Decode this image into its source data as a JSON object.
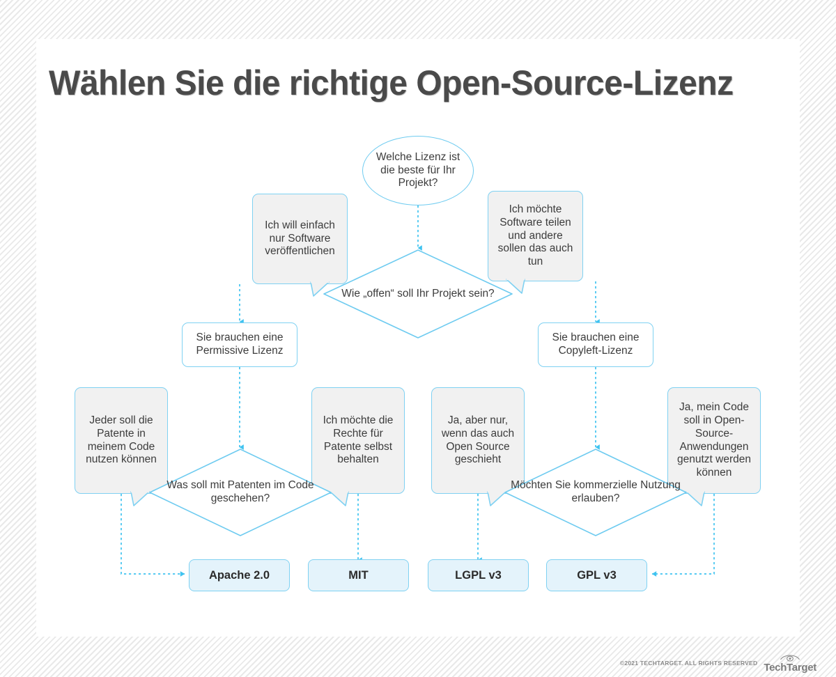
{
  "page": {
    "title": "Wählen Sie die richtige Open-Source-Lizenz",
    "accent_blue": "#7fd1f2",
    "line_blue": "#3fc3f0",
    "bubble_fill": "#f1f1f1",
    "license_fill": "#e4f3fb",
    "text_color": "#3c3c3c"
  },
  "flow": {
    "start": {
      "id": "start-question",
      "text": "Welche Lizenz ist die beste für Ihr Projekt?",
      "shape": "ellipse"
    },
    "decisions": [
      {
        "id": "openness-decision",
        "text": "Wie „offen“ soll Ihr Projekt sein?",
        "shape": "diamond"
      },
      {
        "id": "patents-decision",
        "text": "Was soll mit Patenten im Code geschehen?",
        "shape": "diamond"
      },
      {
        "id": "commercial-decision",
        "text": "Möchten Sie kommerzielle Nutzung erlauben?",
        "shape": "diamond"
      }
    ],
    "answers": [
      {
        "id": "answer-publish-only",
        "text": "Ich will einfach nur Software veröffentlichen",
        "shape": "speech-bubble",
        "tail": "right"
      },
      {
        "id": "answer-share-alike",
        "text": "Ich möchte Software teilen und andere sollen das auch tun",
        "shape": "speech-bubble",
        "tail": "left"
      },
      {
        "id": "answer-patents-open",
        "text": "Jeder soll die Patente in meinem Code nutzen können",
        "shape": "speech-bubble",
        "tail": "right"
      },
      {
        "id": "answer-patents-keep",
        "text": "Ich möchte die Rechte für Patente selbst behalten",
        "shape": "speech-bubble",
        "tail": "left"
      },
      {
        "id": "answer-commercial-if-oss",
        "text": "Ja, aber nur, wenn das auch Open Source geschieht",
        "shape": "speech-bubble",
        "tail": "right"
      },
      {
        "id": "answer-commercial-oss-apps",
        "text": "Ja, mein Code soll in Open-Source-Anwendungen genutzt werden können",
        "shape": "speech-bubble",
        "tail": "left"
      }
    ],
    "statements": [
      {
        "id": "statement-permissive",
        "text": "Sie brauchen eine Permissive Lizenz",
        "shape": "rounded-rect"
      },
      {
        "id": "statement-copyleft",
        "text": "Sie brauchen eine Copyleft-Lizenz",
        "shape": "rounded-rect"
      }
    ],
    "results": [
      {
        "id": "license-apache",
        "text": "Apache 2.0",
        "shape": "rounded-rect"
      },
      {
        "id": "license-mit",
        "text": "MIT",
        "shape": "rounded-rect"
      },
      {
        "id": "license-lgpl",
        "text": "LGPL v3",
        "shape": "rounded-rect"
      },
      {
        "id": "license-gpl",
        "text": "GPL v3",
        "shape": "rounded-rect"
      }
    ]
  },
  "footer": {
    "copyright": "©2021 TECHTARGET. ALL RIGHTS RESERVED",
    "brand": "TechTarget",
    "logo_icon": "eye-icon"
  }
}
